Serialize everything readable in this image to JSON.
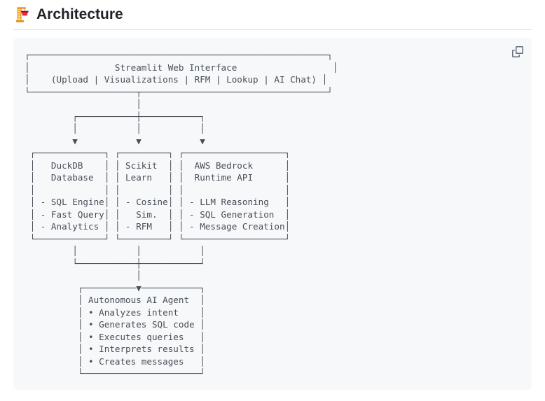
{
  "header": {
    "title": "Architecture",
    "emoji_icon": "building-construction"
  },
  "colors": {
    "page_background": "#ffffff",
    "heading_text": "#1f2328",
    "divider": "#d8dee4",
    "code_background": "#f6f8fa",
    "code_text": "#474f58",
    "copy_icon": "#636c76"
  },
  "code_block": {
    "copy_icon_name": "copy-icon",
    "diagram": {
      "top_node": "Streamlit Web Interface (Upload | Visualizations | RFM | Lookup | AI Chat)",
      "middle_nodes": [
        {
          "title": "DuckDB Database",
          "items": [
            "SQL Engine",
            "Fast Query",
            "Analytics"
          ]
        },
        {
          "title": "Scikit Learn",
          "items": [
            "Cosine Sim.",
            "RFM"
          ]
        },
        {
          "title": "AWS Bedrock Runtime API",
          "items": [
            "LLM Reasoning",
            "SQL Generation",
            "Message Creation"
          ]
        }
      ],
      "bottom_node": {
        "title": "Autonomous AI Agent",
        "items": [
          "Analyzes intent",
          "Generates SQL code",
          "Executes queries",
          "Interprets results",
          "Creates messages"
        ]
      }
    },
    "ascii_art_lines": [
      "┌────────────────────────────────────────────────────────┐",
      "│                Streamlit Web Interface                  │",
      "│    (Upload | Visualizations | RFM | Lookup | AI Chat) │",
      "└────────────────────┬───────────────────────────────────┘",
      "                     │",
      "         ┌───────────┼───────────┐",
      "         │           │           │",
      "         ▼           ▼           ▼",
      " ┌─────────────┐ ┌─────────┐ ┌───────────────────┐",
      " │   DuckDB    │ │ Scikit  │ │  AWS Bedrock      │",
      " │   Database  │ │ Learn   │ │  Runtime API      │",
      " │             │ │         │ │                   │",
      " │ - SQL Engine│ │ - Cosine│ │ - LLM Reasoning   │",
      " │ - Fast Query│ │   Sim.  │ │ - SQL Generation  │",
      " │ - Analytics │ │ - RFM   │ │ - Message Creation│",
      " └─────────────┘ └─────────┘ └───────────────────┘",
      "         │           │           │",
      "         └───────────┼───────────┘",
      "                     │",
      "          ┌──────────▼───────────┐",
      "          │ Autonomous AI Agent  │",
      "          │ • Analyzes intent    │",
      "          │ • Generates SQL code │",
      "          │ • Executes queries   │",
      "          │ • Interprets results │",
      "          │ • Creates messages   │",
      "          └──────────────────────┘"
    ]
  }
}
